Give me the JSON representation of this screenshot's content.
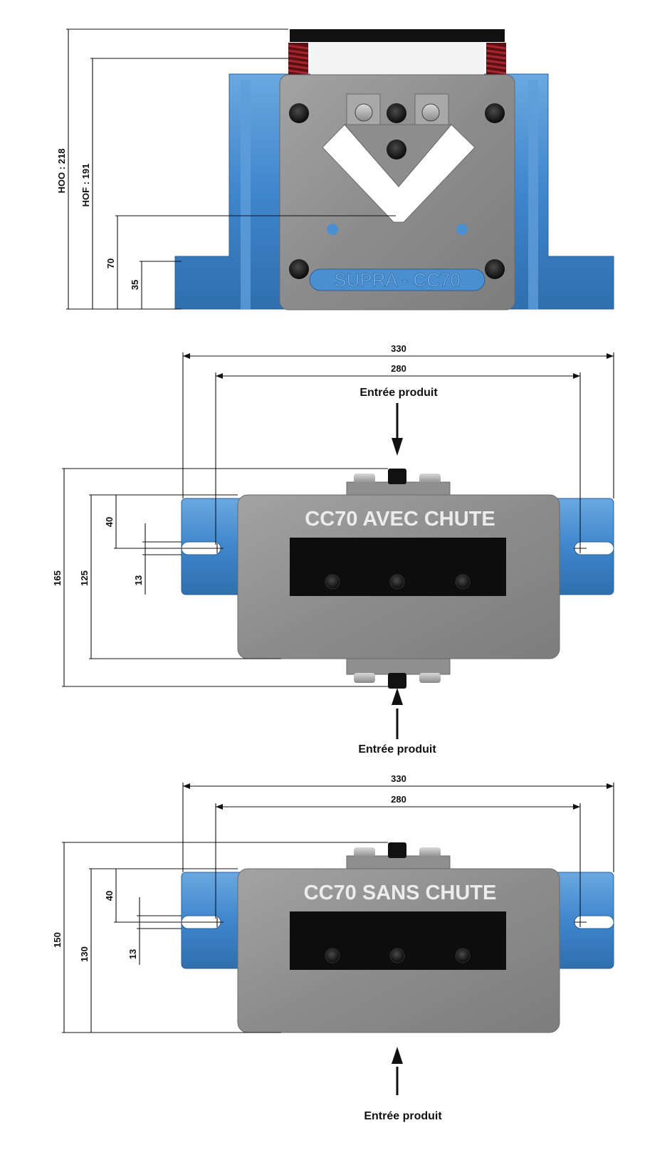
{
  "view_front": {
    "dim_hoo": "HOO : 218",
    "dim_hof": "HOF : 191",
    "dim_70": "70",
    "dim_35": "35",
    "plate_label": "SUPRA - CC70"
  },
  "view_avec_chute": {
    "title": "CC70 AVEC CHUTE",
    "dim_width_outer": "330",
    "dim_width_inner": "280",
    "dim_height_total": "165",
    "dim_height_body": "125",
    "dim_slot_offset": "40",
    "dim_slot_width": "13",
    "entry_top": "Entrée produit",
    "entry_bottom": "Entrée produit"
  },
  "view_sans_chute": {
    "title": "CC70 SANS CHUTE",
    "dim_width_outer": "330",
    "dim_width_inner": "280",
    "dim_height_total": "150",
    "dim_height_body": "130",
    "dim_slot_offset": "40",
    "dim_slot_width": "13",
    "entry_bottom": "Entrée produit"
  },
  "colors": {
    "base_blue": "#4a8fd0",
    "plate_grey": "#8f8f8f",
    "spring_red": "#8a1a20",
    "slot_black": "#0d0d0d"
  }
}
